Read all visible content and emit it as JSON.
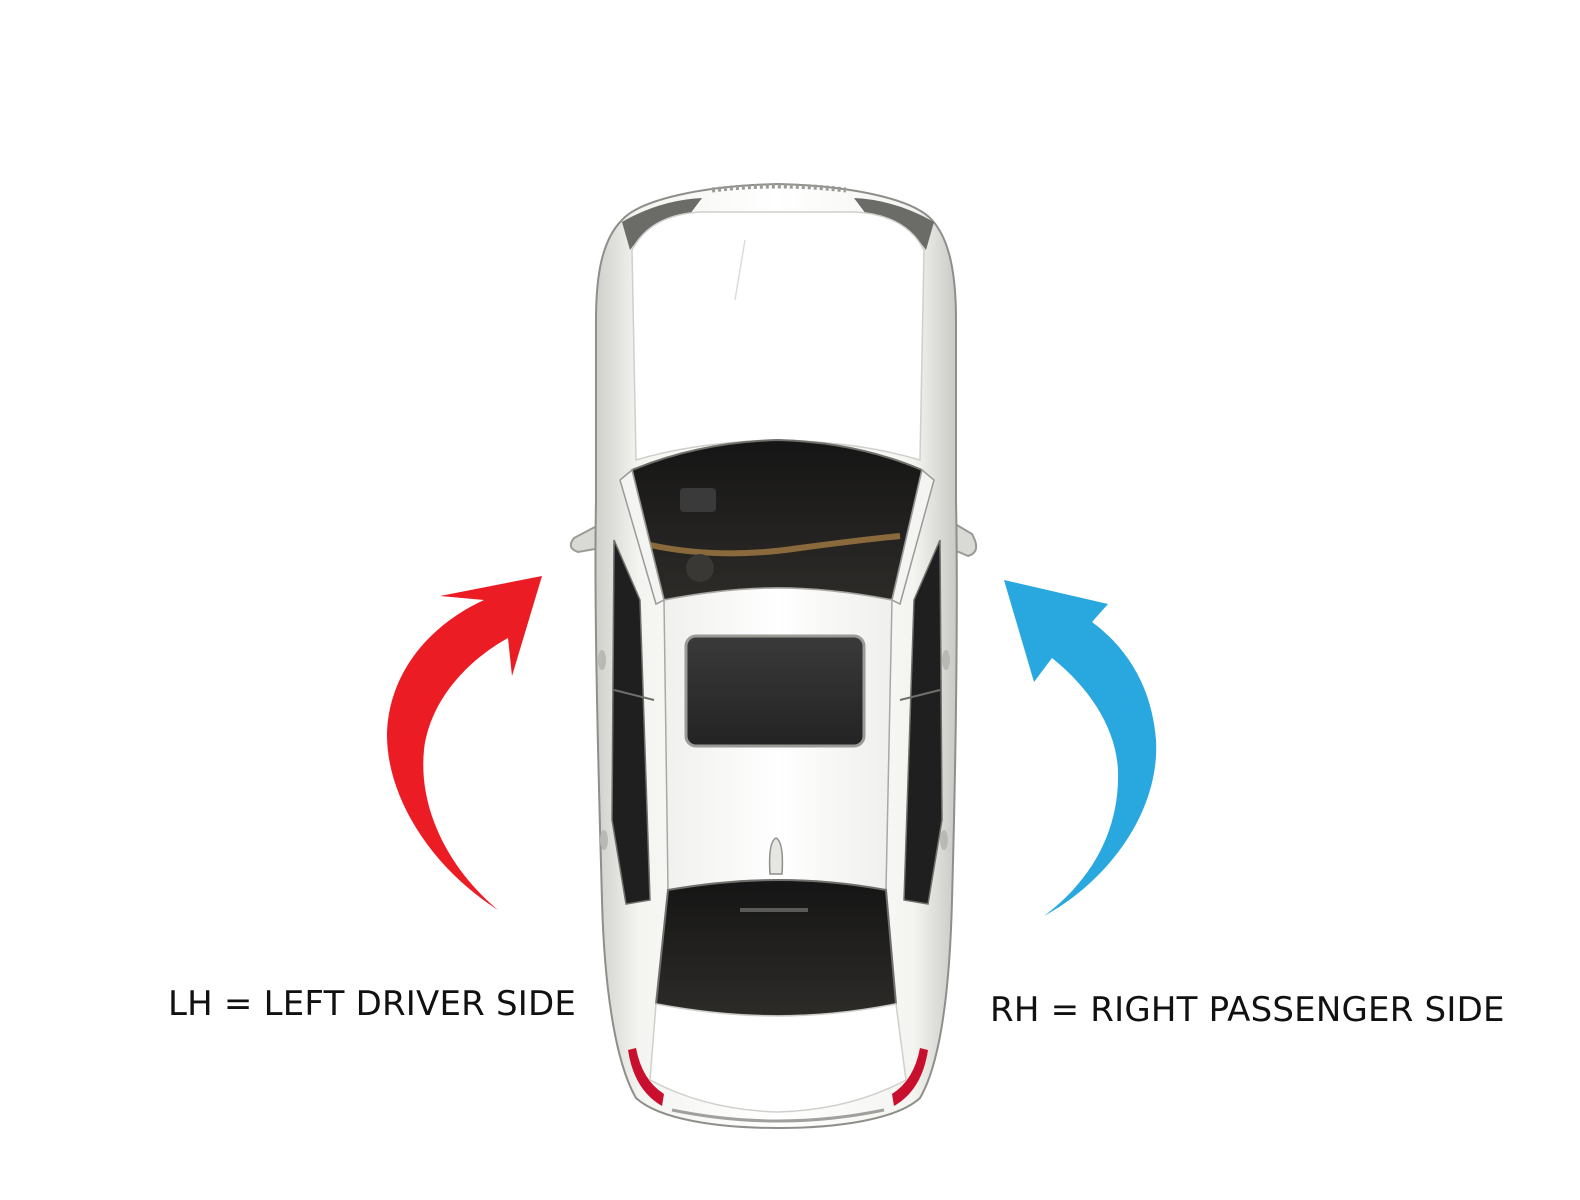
{
  "labels": {
    "left": "LH = LEFT DRIVER SIDE",
    "right": "RH = RIGHT PASSENGER SIDE"
  },
  "colors": {
    "left_arrow": "#ec1c24",
    "right_arrow": "#29a8e0",
    "car_body": "#fbfbf9",
    "car_glass": "#222222",
    "tail_light": "#c8102e"
  },
  "icons": {
    "left_arrow": "curved-arrow-up-right",
    "right_arrow": "curved-arrow-up-left",
    "vehicle": "sedan-top-view"
  }
}
